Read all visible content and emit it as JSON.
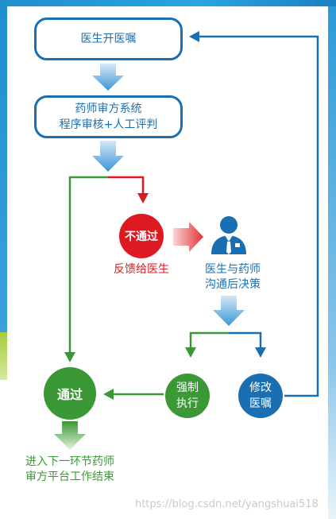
{
  "nodes": {
    "doctor_order": "医生开医嘱",
    "review_system": {
      "line1": "药师审方系统",
      "line2": "程序审核+人工评判"
    },
    "reject": "不通过",
    "feedback": "反馈给医生",
    "discuss": {
      "line1": "医生与药师",
      "line2": "沟通后决策"
    },
    "pass": "通过",
    "force_execute": {
      "line1": "强制",
      "line2": "执行"
    },
    "modify_order": {
      "line1": "修改",
      "line2": "医嘱"
    },
    "final_step": {
      "line1": "进入下一环节药师",
      "line2": "审方平台工作结束"
    }
  },
  "watermark": "https://blog.csdn.net/yangshuai518",
  "colors": {
    "blue": "#1a6fb2",
    "green": "#3a9934",
    "red": "#dd1a22"
  }
}
